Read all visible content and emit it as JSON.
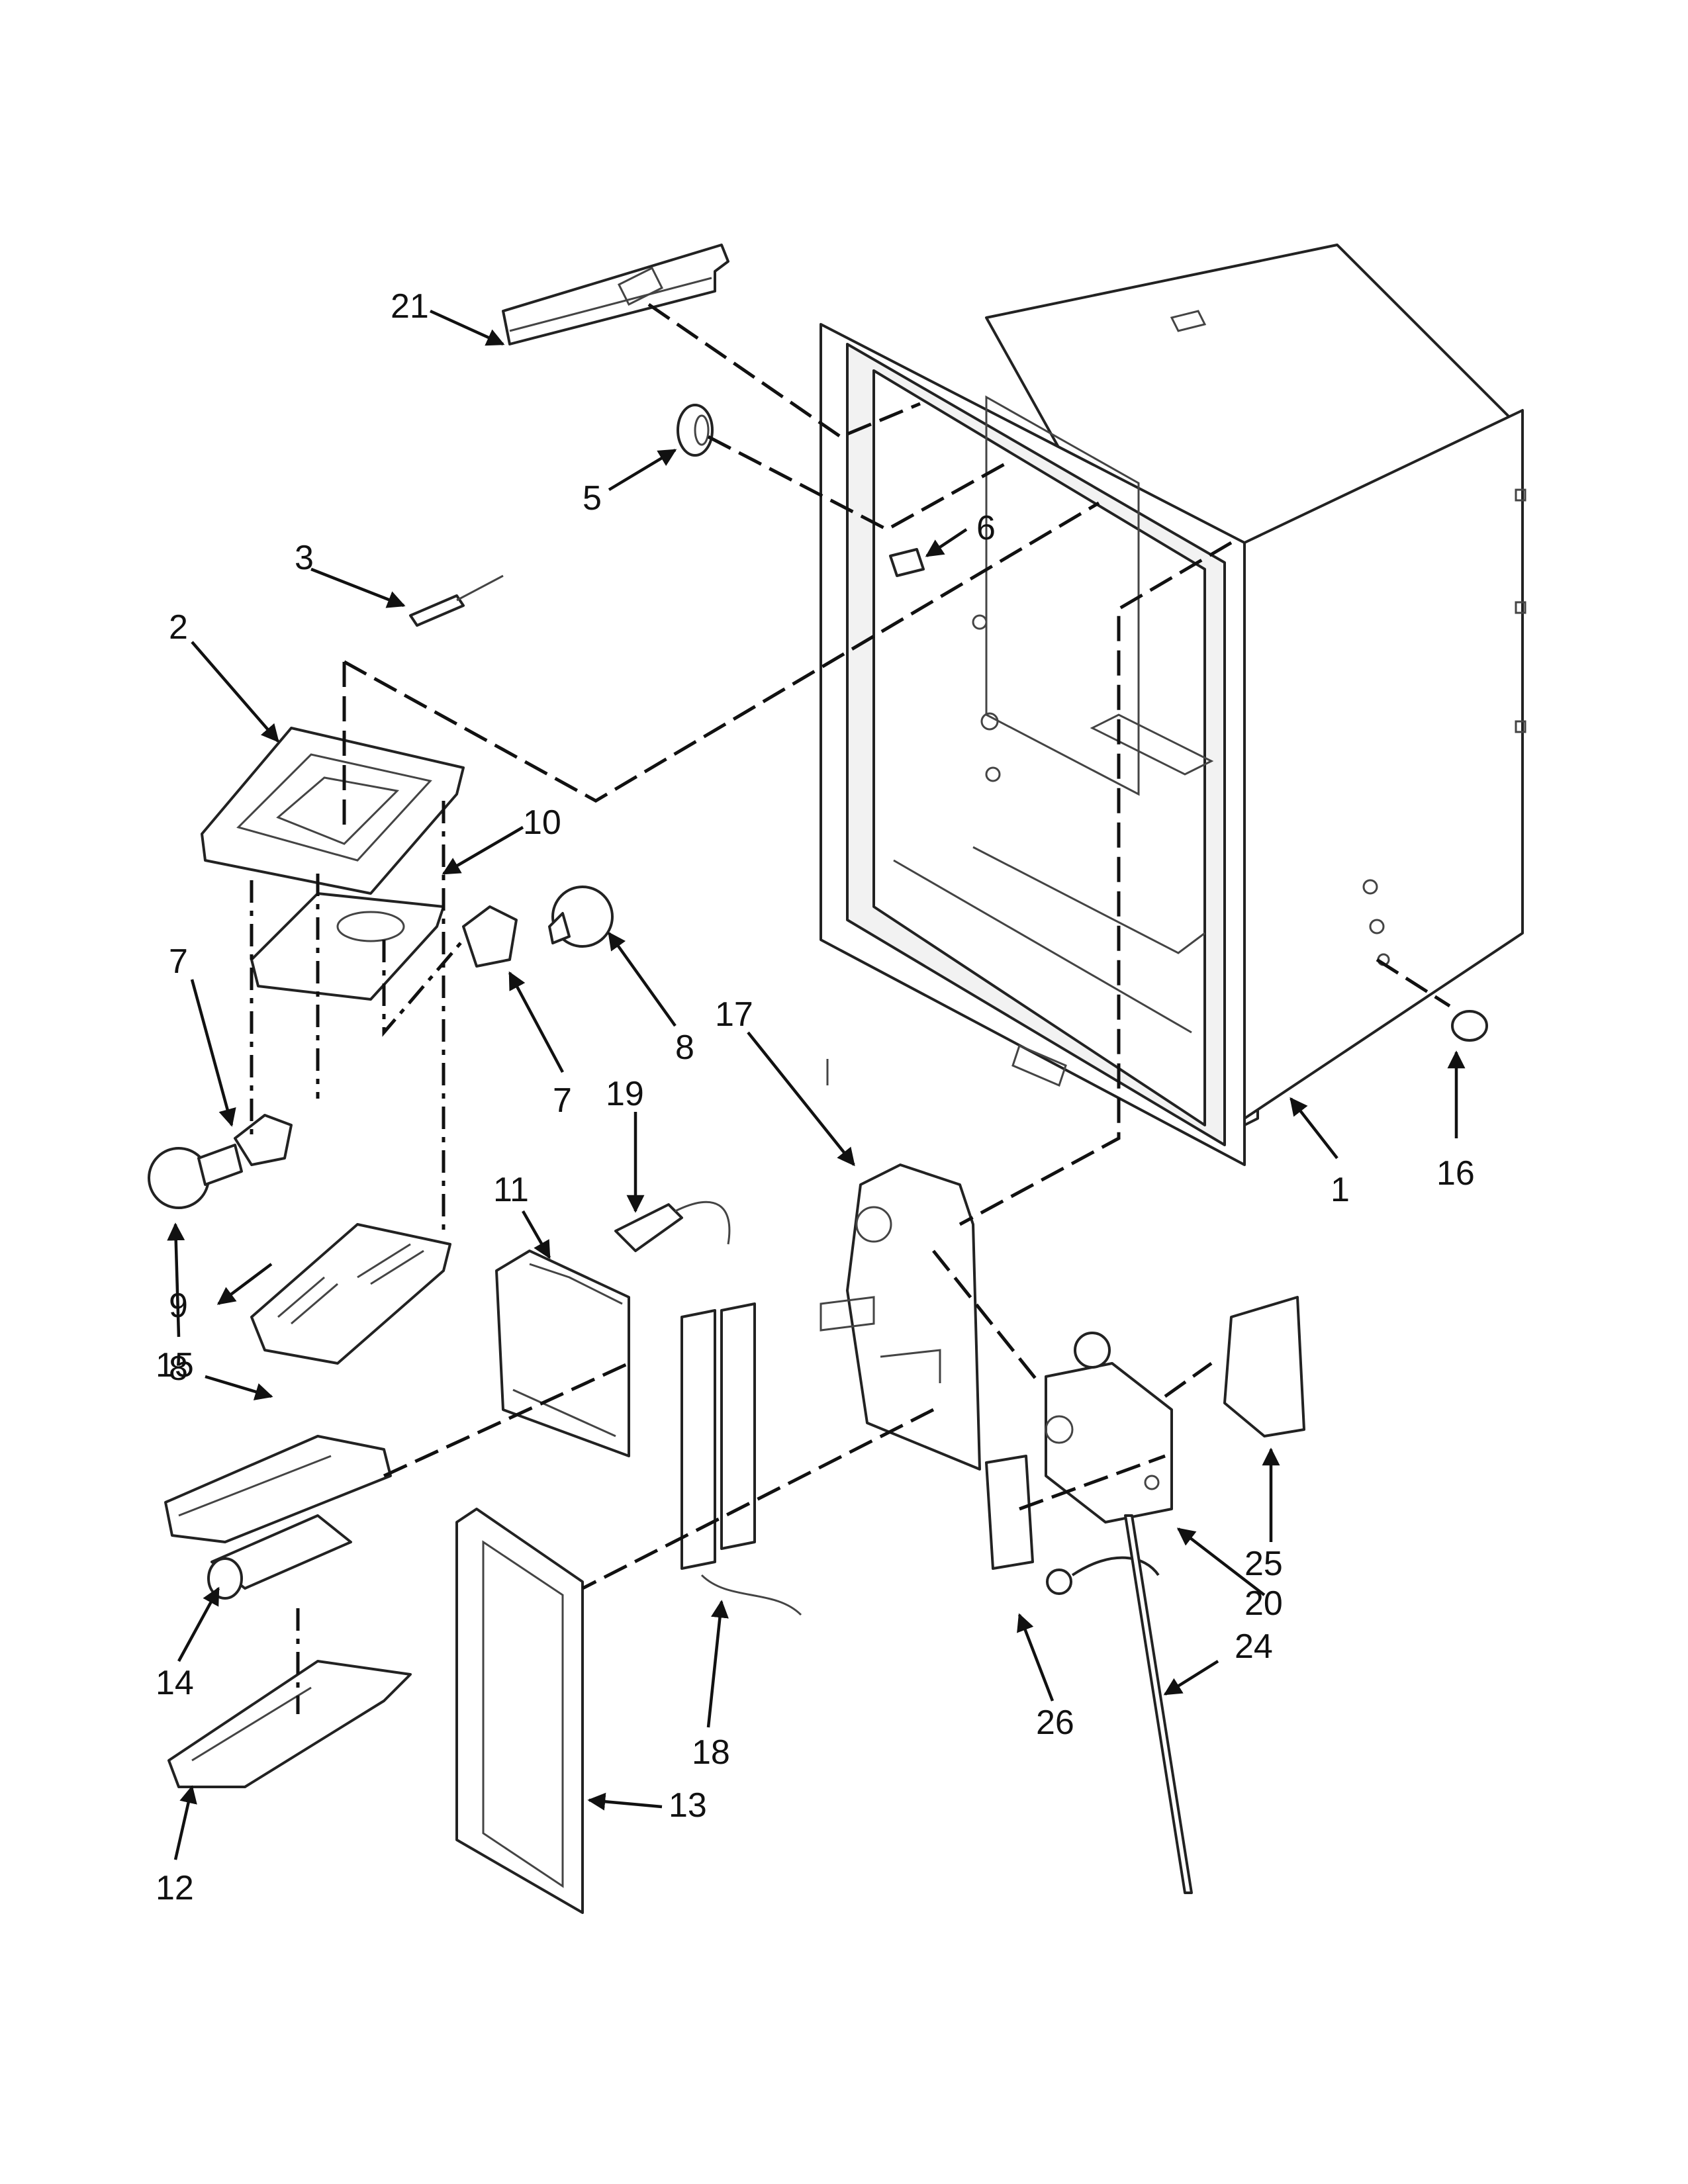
{
  "diagram": {
    "callouts": [
      {
        "id": "c21",
        "label": "21"
      },
      {
        "id": "c5",
        "label": "5"
      },
      {
        "id": "c3",
        "label": "3"
      },
      {
        "id": "c6",
        "label": "6"
      },
      {
        "id": "c2",
        "label": "2"
      },
      {
        "id": "c10",
        "label": "10"
      },
      {
        "id": "c7a",
        "label": "7"
      },
      {
        "id": "c8a",
        "label": "8"
      },
      {
        "id": "c17",
        "label": "17"
      },
      {
        "id": "c7b",
        "label": "7"
      },
      {
        "id": "c19",
        "label": "19"
      },
      {
        "id": "c16",
        "label": "16"
      },
      {
        "id": "c1",
        "label": "1"
      },
      {
        "id": "c8b",
        "label": "8"
      },
      {
        "id": "c11",
        "label": "11"
      },
      {
        "id": "c9",
        "label": "9"
      },
      {
        "id": "c15",
        "label": "15"
      },
      {
        "id": "c25",
        "label": "25"
      },
      {
        "id": "c20",
        "label": "20"
      },
      {
        "id": "c24",
        "label": "24"
      },
      {
        "id": "c14",
        "label": "14"
      },
      {
        "id": "c26",
        "label": "26"
      },
      {
        "id": "c18",
        "label": "18"
      },
      {
        "id": "c13",
        "label": "13"
      },
      {
        "id": "c12",
        "label": "12"
      }
    ]
  }
}
